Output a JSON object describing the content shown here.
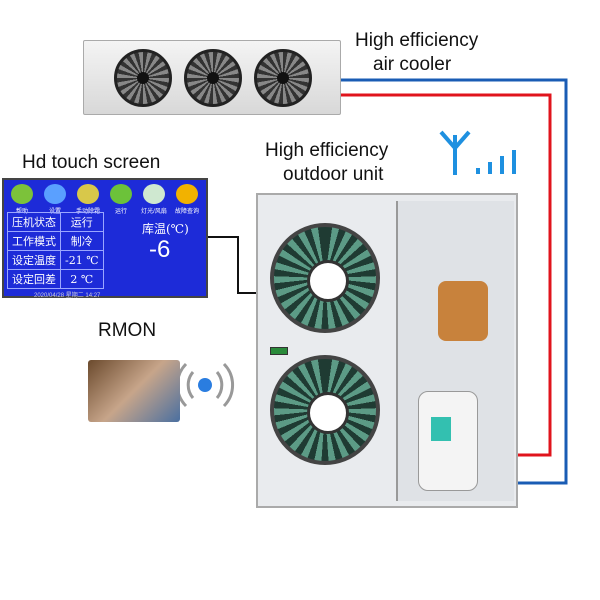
{
  "labels": {
    "air_cooler_1": "High efficiency",
    "air_cooler_2": "air cooler",
    "outdoor_1": "High efficiency",
    "outdoor_2": "outdoor unit",
    "touch": "Hd touch screen",
    "rmon": "RMON"
  },
  "screen": {
    "icons": [
      {
        "name": "help-icon",
        "label": "帮助",
        "color": "#7cc23a"
      },
      {
        "name": "settings-icon",
        "label": "设置",
        "color": "#5aa0ff"
      },
      {
        "name": "defrost-icon",
        "label": "手动除霜",
        "color": "#d8c84a"
      },
      {
        "name": "run-icon",
        "label": "运行",
        "color": "#6cc23a"
      },
      {
        "name": "light-fan-icon",
        "label": "灯光/风扇",
        "color": "#cfe8d0"
      },
      {
        "name": "fault-icon",
        "label": "故障查询",
        "color": "#f2b200"
      }
    ],
    "rows": [
      [
        "压机状态",
        "运行"
      ],
      [
        "工作模式",
        "制冷"
      ],
      [
        "设定温度",
        "-21 ℃"
      ],
      [
        "设定回差",
        "2 ℃"
      ]
    ],
    "temp_label": "库温(℃)",
    "temp_value": "-6",
    "footer": "2020/04/28 星期二 14:27"
  },
  "colors": {
    "hot_pipe": "#e0141c",
    "cold_pipe": "#1a5cb4",
    "signal": "#1e90e0"
  }
}
